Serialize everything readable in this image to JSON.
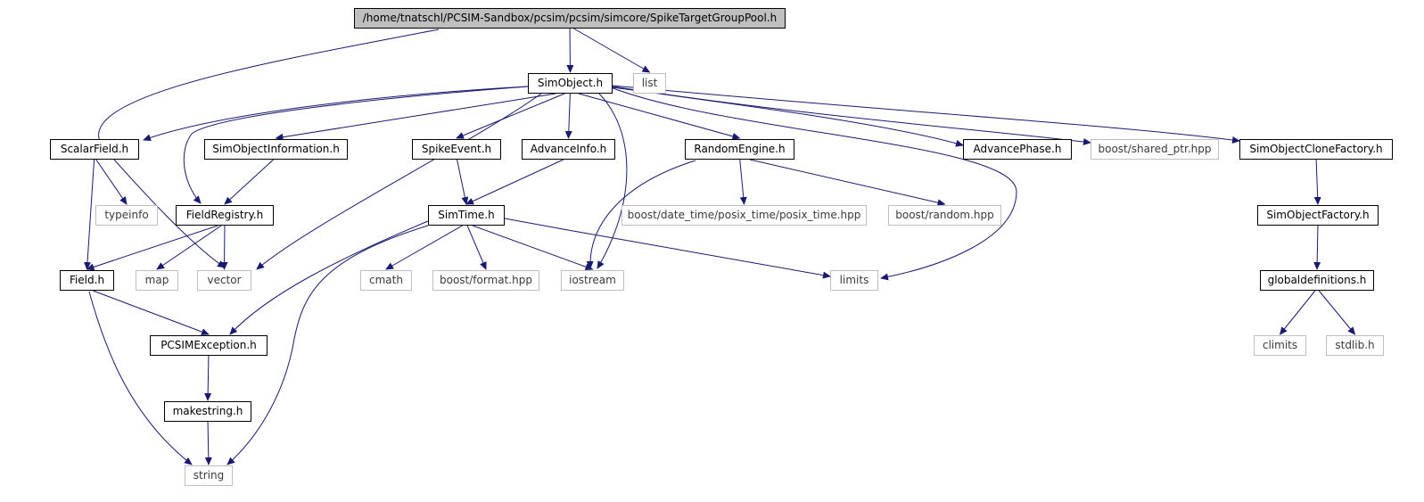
{
  "diagram": {
    "colors": {
      "edge": "#191970",
      "root_fill": "#bfbfbf",
      "local_border": "#000000",
      "external_border": "#bfbfbf"
    },
    "nodes": [
      {
        "id": "root",
        "label": "/home/tnatschl/PCSIM-Sandbox/pcsim/pcsim/simcore/SpikeTargetGroupPool.h",
        "kind": "root"
      },
      {
        "id": "simobject",
        "label": "SimObject.h",
        "kind": "local"
      },
      {
        "id": "list",
        "label": "list",
        "kind": "external"
      },
      {
        "id": "scalarfield",
        "label": "ScalarField.h",
        "kind": "local"
      },
      {
        "id": "simobjinfo",
        "label": "SimObjectInformation.h",
        "kind": "local"
      },
      {
        "id": "spikeevent",
        "label": "SpikeEvent.h",
        "kind": "local"
      },
      {
        "id": "advanceinfo",
        "label": "AdvanceInfo.h",
        "kind": "local"
      },
      {
        "id": "randomengine",
        "label": "RandomEngine.h",
        "kind": "local"
      },
      {
        "id": "advancephase",
        "label": "AdvancePhase.h",
        "kind": "local"
      },
      {
        "id": "sharedptr",
        "label": "boost/shared_ptr.hpp",
        "kind": "external"
      },
      {
        "id": "clonefactory",
        "label": "SimObjectCloneFactory.h",
        "kind": "local"
      },
      {
        "id": "typeinfo",
        "label": "typeinfo",
        "kind": "external"
      },
      {
        "id": "fieldregistry",
        "label": "FieldRegistry.h",
        "kind": "local"
      },
      {
        "id": "simtime",
        "label": "SimTime.h",
        "kind": "local"
      },
      {
        "id": "posixtime",
        "label": "boost/date_time/posix_time/posix_time.hpp",
        "kind": "external"
      },
      {
        "id": "boostrandom",
        "label": "boost/random.hpp",
        "kind": "external"
      },
      {
        "id": "simobjfactory",
        "label": "SimObjectFactory.h",
        "kind": "local"
      },
      {
        "id": "field",
        "label": "Field.h",
        "kind": "local"
      },
      {
        "id": "map",
        "label": "map",
        "kind": "external"
      },
      {
        "id": "vector",
        "label": "vector",
        "kind": "external"
      },
      {
        "id": "cmath",
        "label": "cmath",
        "kind": "external"
      },
      {
        "id": "boostformat",
        "label": "boost/format.hpp",
        "kind": "external"
      },
      {
        "id": "iostream",
        "label": "iostream",
        "kind": "external"
      },
      {
        "id": "limits",
        "label": "limits",
        "kind": "external"
      },
      {
        "id": "globaldefs",
        "label": "globaldefinitions.h",
        "kind": "local"
      },
      {
        "id": "pcsimexception",
        "label": "PCSIMException.h",
        "kind": "local"
      },
      {
        "id": "climits",
        "label": "climits",
        "kind": "external"
      },
      {
        "id": "stdlib",
        "label": "stdlib.h",
        "kind": "external"
      },
      {
        "id": "makestring",
        "label": "makestring.h",
        "kind": "local"
      },
      {
        "id": "string",
        "label": "string",
        "kind": "external"
      }
    ],
    "edges": [
      [
        "root",
        "simobject"
      ],
      [
        "root",
        "list"
      ],
      [
        "root",
        "vector"
      ],
      [
        "simobject",
        "scalarfield"
      ],
      [
        "simobject",
        "fieldregistry"
      ],
      [
        "simobject",
        "simobjinfo"
      ],
      [
        "simobject",
        "vector"
      ],
      [
        "simobject",
        "spikeevent"
      ],
      [
        "simobject",
        "advanceinfo"
      ],
      [
        "simobject",
        "iostream"
      ],
      [
        "simobject",
        "randomengine"
      ],
      [
        "simobject",
        "limits"
      ],
      [
        "simobject",
        "advancephase"
      ],
      [
        "simobject",
        "sharedptr"
      ],
      [
        "simobject",
        "clonefactory"
      ],
      [
        "scalarfield",
        "typeinfo"
      ],
      [
        "scalarfield",
        "field"
      ],
      [
        "simobjinfo",
        "fieldregistry"
      ],
      [
        "fieldregistry",
        "field"
      ],
      [
        "fieldregistry",
        "map"
      ],
      [
        "fieldregistry",
        "vector"
      ],
      [
        "spikeevent",
        "simtime"
      ],
      [
        "advanceinfo",
        "simtime"
      ],
      [
        "simtime",
        "cmath"
      ],
      [
        "simtime",
        "boostformat"
      ],
      [
        "simtime",
        "iostream"
      ],
      [
        "simtime",
        "limits"
      ],
      [
        "simtime",
        "pcsimexception"
      ],
      [
        "simtime",
        "string"
      ],
      [
        "randomengine",
        "posixtime"
      ],
      [
        "randomengine",
        "boostrandom"
      ],
      [
        "randomengine",
        "iostream"
      ],
      [
        "field",
        "pcsimexception"
      ],
      [
        "field",
        "string"
      ],
      [
        "pcsimexception",
        "makestring"
      ],
      [
        "makestring",
        "string"
      ],
      [
        "clonefactory",
        "simobjfactory"
      ],
      [
        "simobjfactory",
        "globaldefs"
      ],
      [
        "globaldefs",
        "climits"
      ],
      [
        "globaldefs",
        "stdlib"
      ]
    ]
  }
}
